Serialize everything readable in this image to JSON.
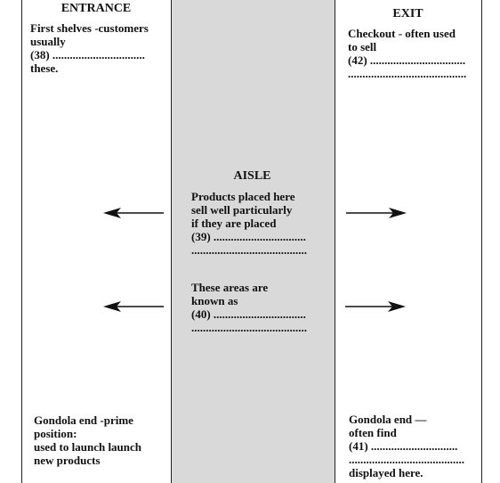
{
  "entrance": {
    "heading": "ENTRANCE",
    "lines": [
      "First shelves -customers",
      "usually",
      "(38) ................................",
      "these."
    ]
  },
  "exit": {
    "heading": "EXIT",
    "lines": [
      "Checkout - often used",
      "to sell",
      "(42) .................................",
      "........................................."
    ]
  },
  "aisle": {
    "heading": "AISLE",
    "block1": [
      "Products placed here",
      "sell well particularly",
      "if they are placed",
      "(39) ................................",
      "........................................"
    ],
    "block2": [
      "These areas are",
      "known as",
      "(40) ................................",
      "........................................"
    ]
  },
  "gondola_left": {
    "lines": [
      "Gondola end -prime",
      "position:",
      "used to launch launch",
      "new products"
    ]
  },
  "gondola_right": {
    "lines": [
      "Gondola end —",
      "often find",
      "(41) ..............................",
      "........................................",
      "displayed here."
    ]
  }
}
